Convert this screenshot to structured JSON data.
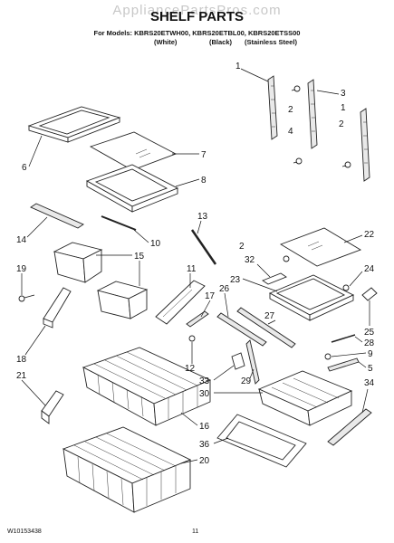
{
  "header": {
    "watermark": "AppliancePartsPros.com",
    "title": "SHELF PARTS",
    "models_line": "For Models: KBRS20ETWH00, KBRS20ETBL00, KBRS20ETSS00",
    "variants": [
      "(White)",
      "(Black)",
      "(Stainless Steel)"
    ]
  },
  "footer": {
    "doc_number": "W10153438",
    "page_number": "11"
  },
  "callouts": [
    "1",
    "2",
    "3",
    "4",
    "5",
    "6",
    "7",
    "8",
    "9",
    "10",
    "11",
    "12",
    "13",
    "14",
    "15",
    "16",
    "17",
    "18",
    "19",
    "20",
    "21",
    "22",
    "23",
    "24",
    "25",
    "26",
    "27",
    "28",
    "29",
    "30",
    "32",
    "33",
    "34",
    "36"
  ],
  "colors": {
    "line": "#222222",
    "background": "#ffffff",
    "watermark": "#c8c8c8"
  }
}
